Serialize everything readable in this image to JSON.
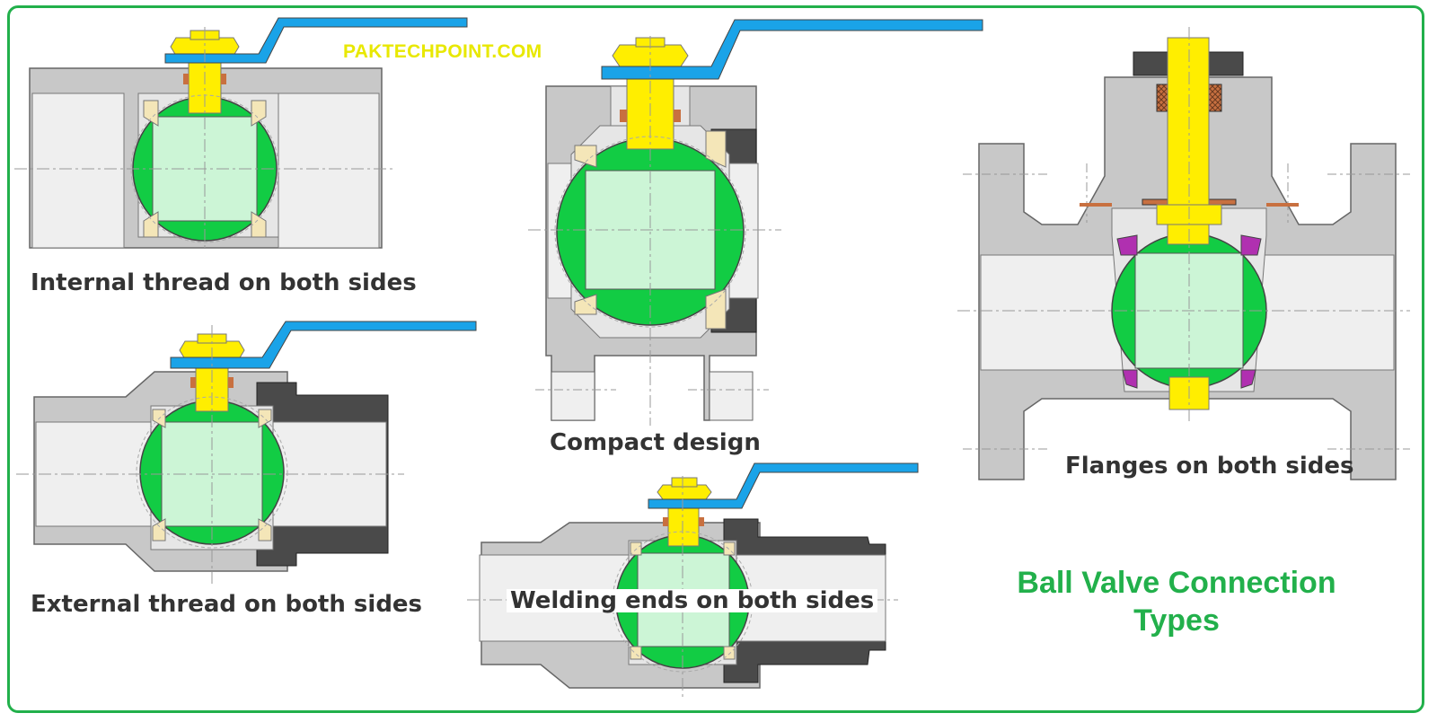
{
  "watermark": "PAKTECHPOINT.COM",
  "title": {
    "line1": "Ball Valve Connection",
    "line2": "Types"
  },
  "labels": {
    "internal_thread": "Internal thread on both sides",
    "external_thread": "External thread on both sides",
    "compact": "Compact design",
    "welding": "Welding ends on both sides",
    "flanges": "Flanges on both sides"
  },
  "colors": {
    "frame": "#22b04b",
    "title": "#22b04b",
    "watermark": "#e8e800",
    "body_grey": "#c8c8c8",
    "bore_light": "#efefef",
    "dark_part": "#4a4a4a",
    "ball_green": "#12cc44",
    "ball_bore": "#ccf5d6",
    "stem_yellow": "#ffee00",
    "handle_blue": "#1aa3e8",
    "seat_cream": "#f4e6b8",
    "seal_purple": "#b030b0",
    "packing_brown": "#c87040"
  }
}
